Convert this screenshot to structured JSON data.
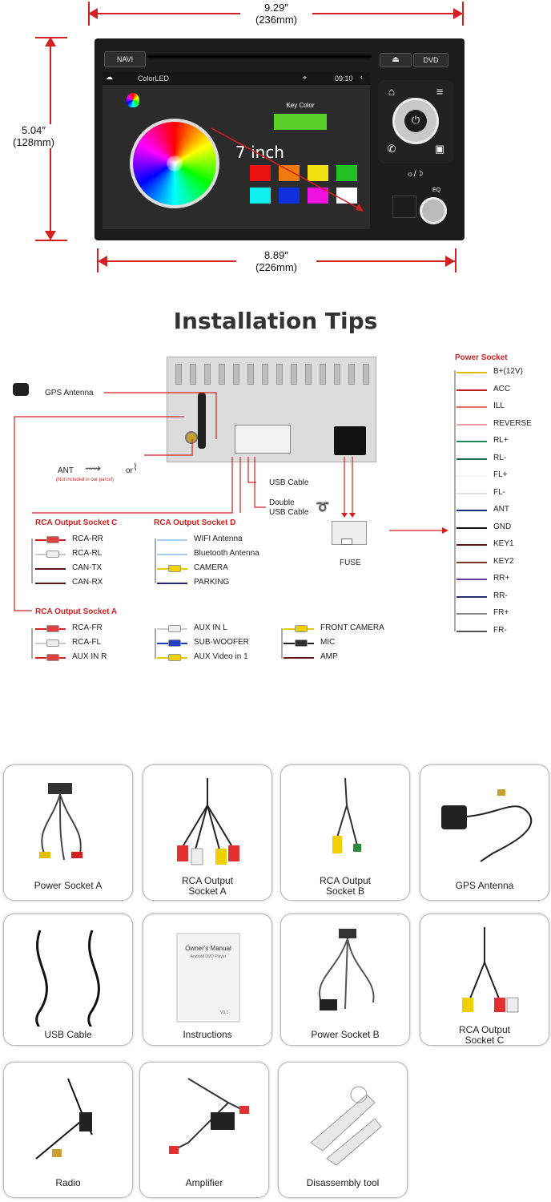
{
  "dimensions": {
    "top_width": "9.29″",
    "top_width_mm": "(236mm)",
    "height": "5.04″",
    "height_mm": "(128mm)",
    "bottom_width": "8.89″",
    "bottom_width_mm": "(226mm)"
  },
  "unit": {
    "navi_label": "NAVI",
    "dvd_label": "DVD",
    "eq_label": "EQ",
    "status_app": "ColorLED",
    "status_time": "09:10",
    "key_color_label": "Key Color",
    "screen_size_label": "7 inch",
    "swatches": [
      "#e81010",
      "#f07a10",
      "#f0e010",
      "#20c020",
      "#10f0f0",
      "#1030e0",
      "#f010e0",
      "#ffffff"
    ]
  },
  "installation": {
    "title": "Installation Tips",
    "gps_antenna": "GPS Antenna",
    "ant": "ANT",
    "or": "or",
    "ant_note": "(Not included in our parcel)",
    "usb_cable": "USB Cable",
    "double_usb_line1": "Double",
    "double_usb_line2": "USB Cable",
    "fuse": "FUSE",
    "rca_c": {
      "title": "RCA Output Socket C",
      "items": [
        "RCA-RR",
        "RCA-RL",
        "CAN-TX",
        "CAN-RX"
      ]
    },
    "rca_d": {
      "title": "RCA Output Socket D",
      "items": [
        "WIFI Antenna",
        "Bluetooth Antenna",
        "CAMERA",
        "PARKING"
      ]
    },
    "rca_a": {
      "title": "RCA Output Socket A",
      "items": [
        "RCA-FR",
        "RCA-FL",
        "AUX IN R"
      ]
    },
    "aux": {
      "items": [
        "AUX IN L",
        "SUB-WOOFER",
        "AUX Video in 1"
      ]
    },
    "cam": {
      "items": [
        "FRONT CAMERA",
        "MIC",
        "AMP"
      ]
    },
    "power": {
      "title": "Power Socket",
      "items": [
        "B+(12V)",
        "ACC",
        "ILL",
        "REVERSE",
        "RL+",
        "RL-",
        "FL+",
        "FL-",
        "ANT",
        "GND",
        "KEY1",
        "KEY2",
        "RR+",
        "RR-",
        "FR+",
        "FR-"
      ],
      "colors": [
        "#e8b800",
        "#c02020",
        "#e07070",
        "#f0a0a0",
        "#1a8a5a",
        "#146a46",
        "#f4f4f4",
        "#dddddd",
        "#1a2a7a",
        "#111111",
        "#5a1a1a",
        "#7a3a2a",
        "#6a3aa0",
        "#2a2a6a",
        "#888888",
        "#555555"
      ]
    }
  },
  "accessories": [
    {
      "line1": "Power Socket A",
      "line2": ""
    },
    {
      "line1": "RCA Output",
      "line2": "Socket A"
    },
    {
      "line1": "RCA Output",
      "line2": "Socket B"
    },
    {
      "line1": "GPS Antenna",
      "line2": ""
    },
    {
      "line1": "USB Cable",
      "line2": ""
    },
    {
      "line1": "Instructions",
      "line2": ""
    },
    {
      "line1": "Power Socket B",
      "line2": ""
    },
    {
      "line1": "RCA Output",
      "line2": "Socket C"
    },
    {
      "line1": "Radio",
      "line2": ""
    },
    {
      "line1": "Amplifier",
      "line2": ""
    },
    {
      "line1": "Disassembly tool",
      "line2": ""
    }
  ],
  "manual": {
    "title": "Owner's Manual",
    "subtitle": "Android DVD Player",
    "footer": "V3.1"
  }
}
